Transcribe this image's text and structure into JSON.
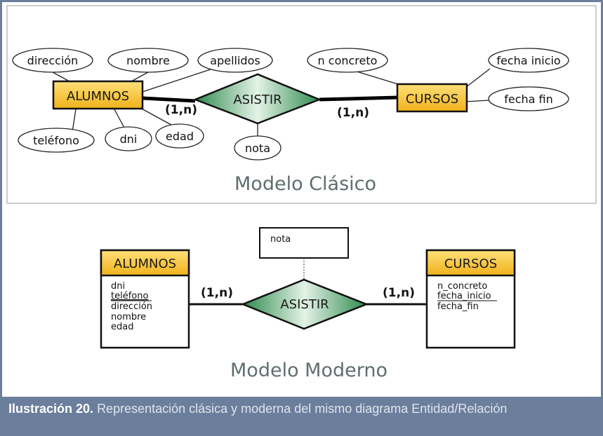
{
  "caption": {
    "label": "Ilustración 20.",
    "text": "Representación clásica y moderna del mismo diagrama Entidad/Relación"
  },
  "colors": {
    "frame": "#6b7e9c",
    "entity_fill": "#f5c232",
    "relation_fill": "#3f9a5c",
    "title_text": "#5e6e6e"
  },
  "classic": {
    "title": "Modelo Clásico",
    "entity_left": "ALUMNOS",
    "entity_right": "CURSOS",
    "relation": "ASISTIR",
    "card_left": "(1,n)",
    "card_right": "(1,n)",
    "attrs_left": [
      "dirección",
      "nombre",
      "apellidos",
      "teléfono",
      "dni",
      "edad"
    ],
    "attrs_right": [
      "n concreto",
      "fecha inicio",
      "fecha fin"
    ],
    "attr_relation": "nota"
  },
  "modern": {
    "title": "Modelo Moderno",
    "entity_left": "ALUMNOS",
    "entity_right": "CURSOS",
    "relation": "ASISTIR",
    "card_left": "(1,n)",
    "card_right": "(1,n)",
    "relation_attr": "nota",
    "attrs_left": [
      "dni",
      "teléfono",
      "dirección",
      "nombre",
      "edad"
    ],
    "attrs_right": [
      "n_concreto",
      "fecha_inicio",
      "fecha_fin"
    ]
  }
}
